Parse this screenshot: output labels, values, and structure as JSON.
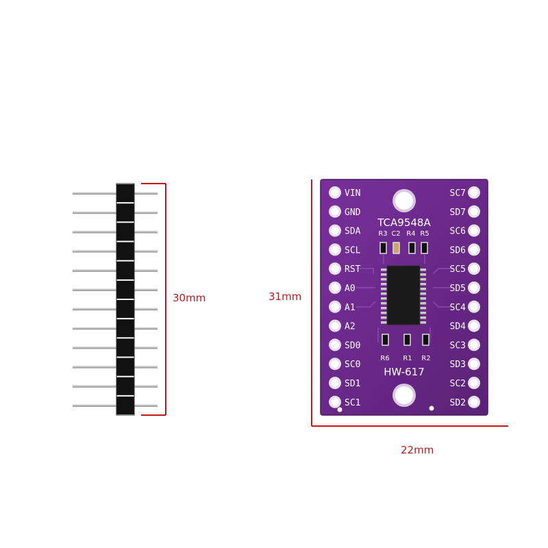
{
  "dimensions": {
    "header_length": "30mm",
    "board_height": "31mm",
    "board_width": "22mm",
    "dimension_color": "#c4161c"
  },
  "board": {
    "color": "#6a2a8a",
    "chip_label": "TCA9548A",
    "model_label": "HW-617",
    "left_pins": [
      "VIN",
      "GND",
      "SDA",
      "SCL",
      "RST",
      "A0",
      "A1",
      "A2",
      "SD0",
      "SC0",
      "SD1",
      "SC1"
    ],
    "right_pins": [
      "SC7",
      "SD7",
      "SC6",
      "SD6",
      "SC5",
      "SD5",
      "SC4",
      "SD4",
      "SC3",
      "SD3",
      "SC2",
      "SD2"
    ],
    "top_components": [
      "R3",
      "C2",
      "R4",
      "R5"
    ],
    "bottom_components": [
      "R6",
      "R1",
      "R2"
    ]
  },
  "header": {
    "pin_count": 12,
    "plastic_color": "#111111",
    "pin_color": "#d8d8d8"
  }
}
